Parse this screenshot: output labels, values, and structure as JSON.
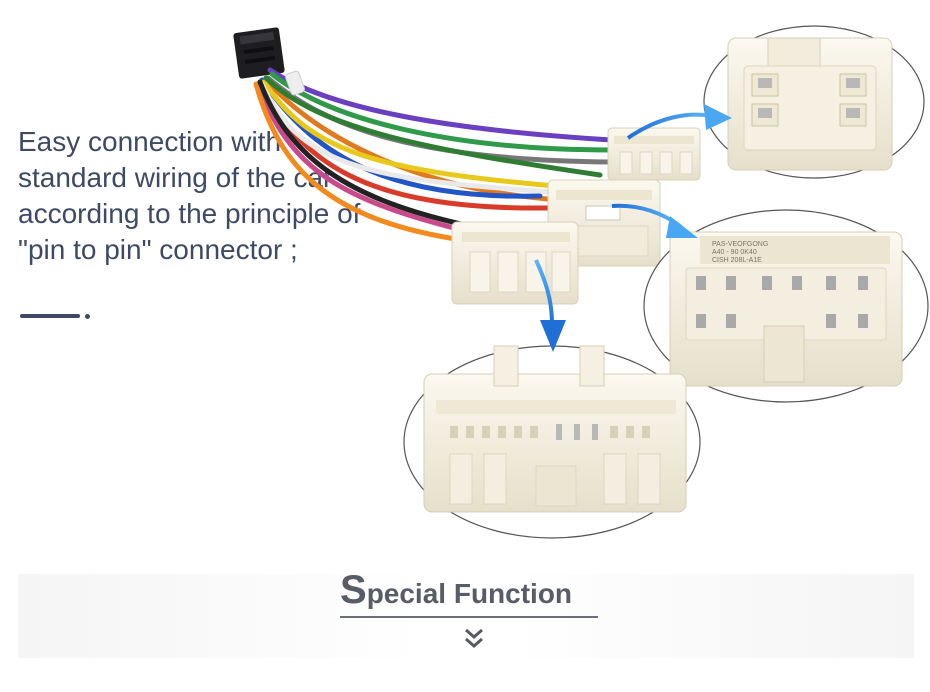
{
  "description": {
    "lines": [
      "Easy connection with",
      "standard wiring of the car",
      "according to the principle of",
      "\"pin to pin\" connector ;"
    ]
  },
  "section": {
    "title_first": "S",
    "title_rest": "pecial Function"
  },
  "product_image": {
    "connector_label_lines": [
      "PAS-VEOFGONG",
      "A40 - 90 0K40",
      "CISH 208L-A1E"
    ]
  },
  "colors": {
    "text": "#3d4a63",
    "arrow": "#2f8fe8",
    "connector_body": "#f4efe0"
  }
}
